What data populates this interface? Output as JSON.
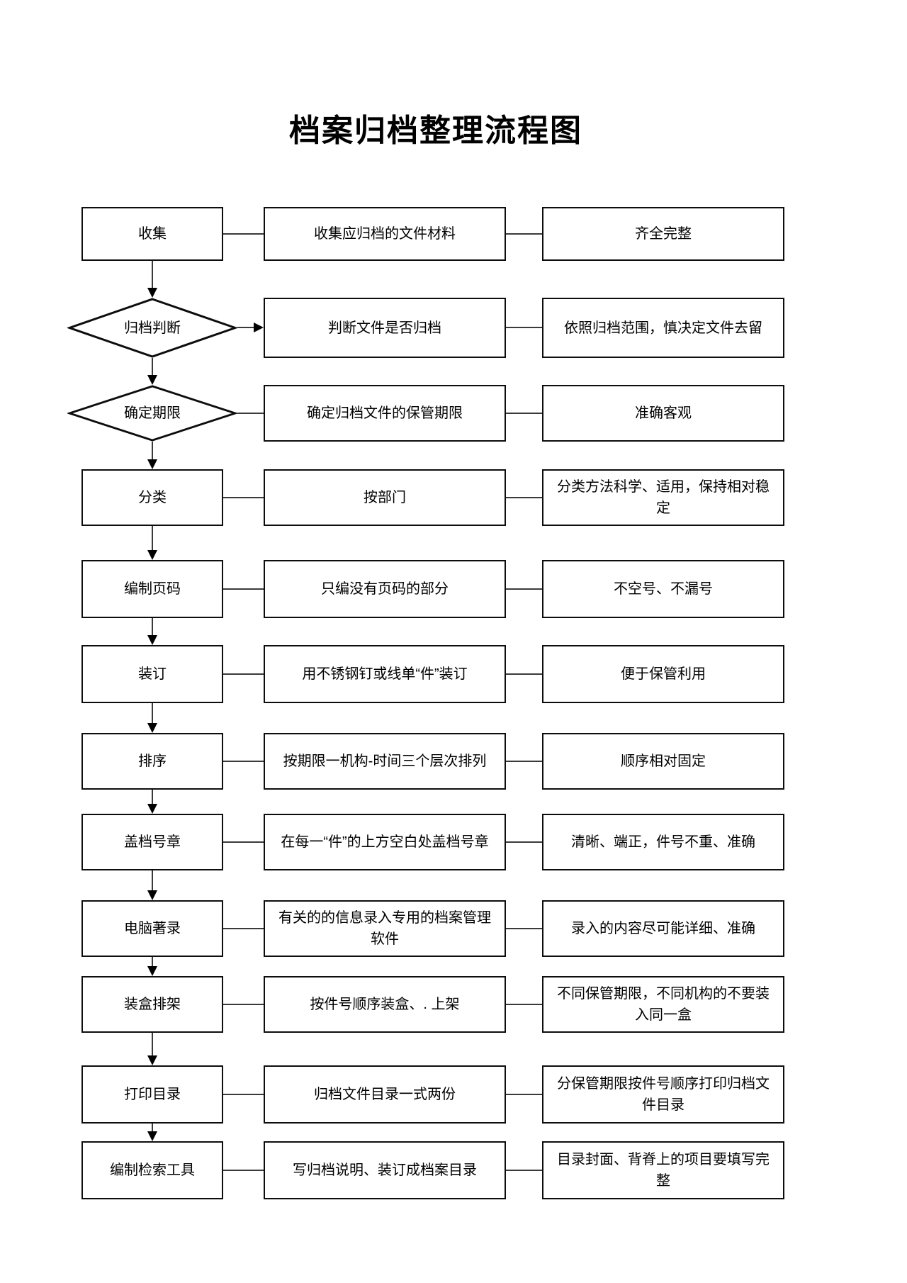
{
  "title": "档案归档整理流程图",
  "colors": {
    "background": "#ffffff",
    "box_border": "#0d0d0d",
    "connector": "#3a3a3a",
    "text": "#000000"
  },
  "flow": {
    "rows": [
      {
        "step": "收集",
        "shape": "rect",
        "method": "收集应归档的文件材料",
        "requirement": "齐全完整"
      },
      {
        "step": "归档判断",
        "shape": "diamond",
        "method": "判断文件是否归档",
        "requirement": "依照归档范围，慎决定文件去留"
      },
      {
        "step": "确定期限",
        "shape": "diamond",
        "method": "确定归档文件的保管期限",
        "requirement": "准确客观"
      },
      {
        "step": "分类",
        "shape": "rect",
        "method": "按部门",
        "requirement": "分类方法科学、适用，保持相对稳定"
      },
      {
        "step": "编制页码",
        "shape": "rect",
        "method": "只编没有页码的部分",
        "requirement": "不空号、不漏号"
      },
      {
        "step": "装订",
        "shape": "rect",
        "method": "用不锈钢钉或线单“件”装订",
        "requirement": "便于保管利用"
      },
      {
        "step": "排序",
        "shape": "rect",
        "method": "按期限一机构-时间三个层次排列",
        "requirement": "顺序相对固定"
      },
      {
        "step": "盖档号章",
        "shape": "rect",
        "method": "在每一“件”的上方空白处盖档号章",
        "requirement": "清晰、端正，件号不重、准确"
      },
      {
        "step": "电脑著录",
        "shape": "rect",
        "method": "有关的的信息录入专用的档案管理软件",
        "requirement": "录入的内容尽可能详细、准确"
      },
      {
        "step": "装盒排架",
        "shape": "rect",
        "method": "按件号顺序装盒、. 上架",
        "requirement": "不同保管期限，不同机构的不要装入同一盒"
      },
      {
        "step": "打印目录",
        "shape": "rect",
        "method": "归档文件目录一式两份",
        "requirement": "分保管期限按件号顺序打印归档文件目录"
      },
      {
        "step": "编制检索工具",
        "shape": "rect",
        "method": "写归档说明、装订成档案目录",
        "requirement": "目录封面、背脊上的项目要填写完整"
      }
    ]
  }
}
